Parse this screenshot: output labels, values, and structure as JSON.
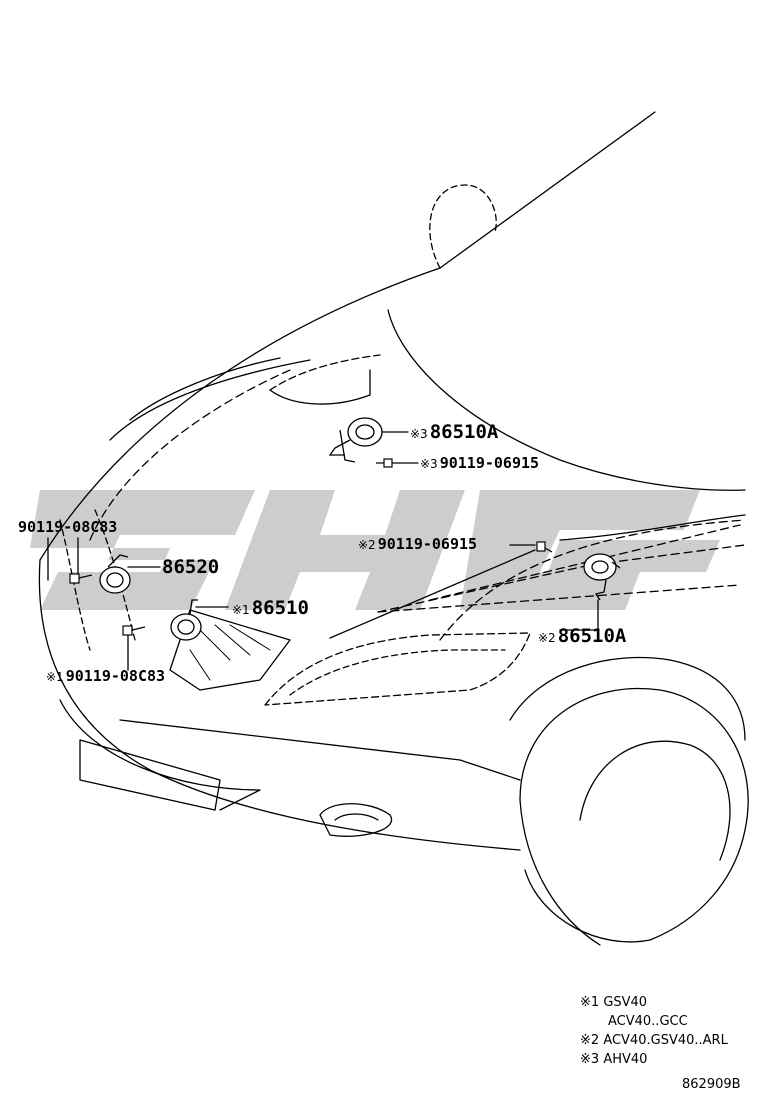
{
  "callouts": {
    "horn_86510A_top": {
      "mark": "※3",
      "part": "86510A"
    },
    "bolt_90119_06915_top": {
      "mark": "※3",
      "part": "90119-06915"
    },
    "bolt_90119_08C83_left": {
      "mark": "",
      "part": "90119-08C83"
    },
    "horn_86520": {
      "mark": "",
      "part": "86520"
    },
    "horn_86510": {
      "mark": "※1",
      "part": "86510"
    },
    "bolt_90119_08C83_lower": {
      "mark": "※1",
      "part": "90119-08C83"
    },
    "bolt_90119_06915_right": {
      "mark": "※2",
      "part": "90119-06915"
    },
    "horn_86510A_right": {
      "mark": "※2",
      "part": "86510A"
    }
  },
  "legend": [
    {
      "mark": "※1",
      "text": "GSV40"
    },
    {
      "mark": "",
      "text": "ACV40..GCC"
    },
    {
      "mark": "※2",
      "text": "ACV40.GSV40..ARL"
    },
    {
      "mark": "※3",
      "text": "AHV40"
    }
  ],
  "illustration_id": "862909B",
  "watermark_color": "#c8c8c8",
  "icons": [
    "horn-icon",
    "bolt-icon",
    "bracket-icon"
  ]
}
